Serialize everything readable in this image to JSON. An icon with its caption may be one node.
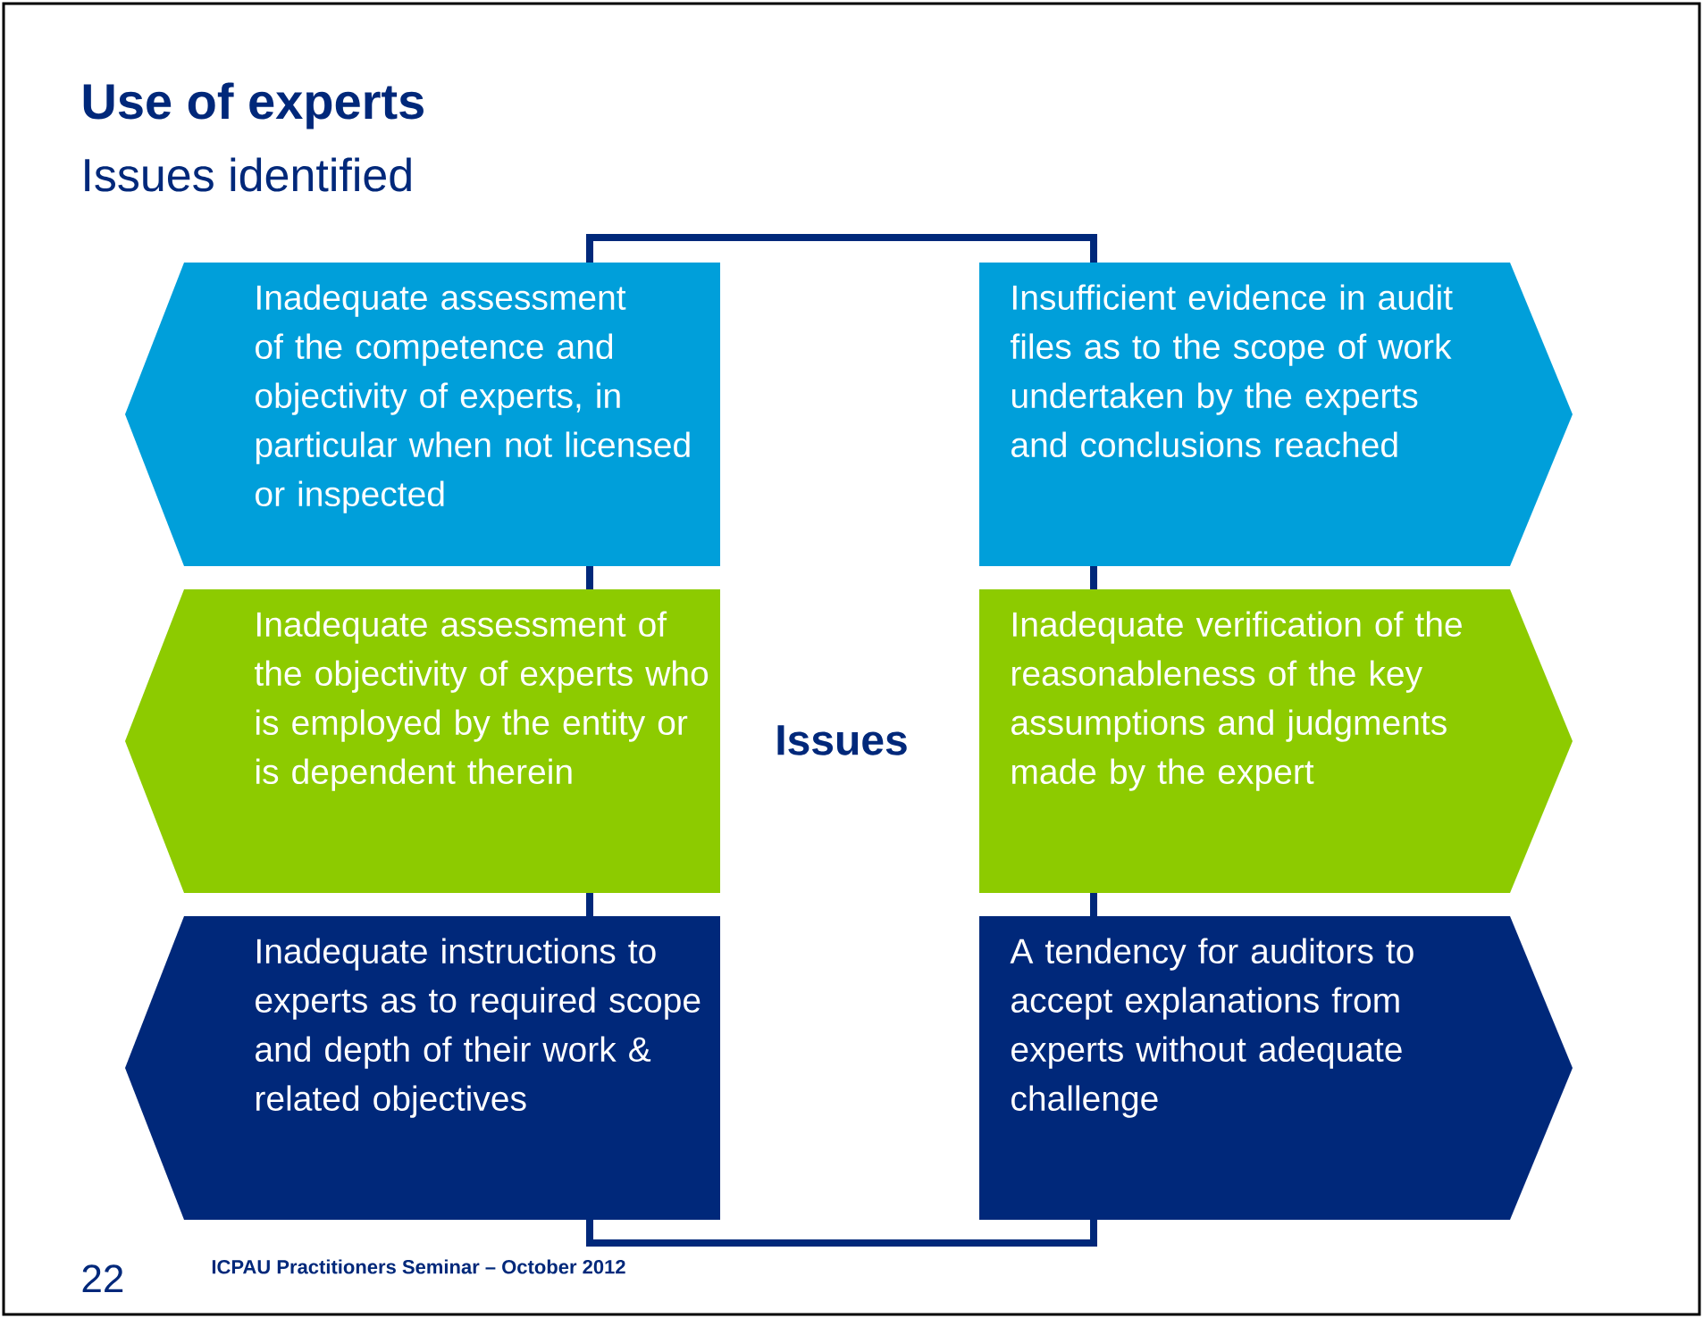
{
  "diagram": {
    "title": "Use of experts",
    "nodes": [
      {
        "text": [
          "Inadequate assessment of the competence and objectivity of experts, in particular when not licensed or inspected"
        ]
      },
      {
        "text": [
          "Insufficient evidence in audit files as to the scope of work undertaken by  the experts and conclusions reached"
        ]
      },
      {
        "text": [
          "Inadequate assessment of the objectivity of experts who is employed by the entity or is dependent therein"
        ]
      },
      {
        "text": [
          "Inadequate verification of the reasonableness of the key assumptions and judgments made by the expert"
        ]
      },
      {
        "text": [
          "Inadequate instructions to experts as to required scope and depth of their work & related objectives"
        ]
      },
      {
        "text": [
          "A tendency for auditors to accept explanations from experts without adequate challenge"
        ]
      },
      {
        "text": [
          "Issues"
        ]
      }
    ],
    "labels": [
      "Issues identified",
      "22",
      "ICPAU Practitioners Seminar – October 2012"
    ]
  }
}
